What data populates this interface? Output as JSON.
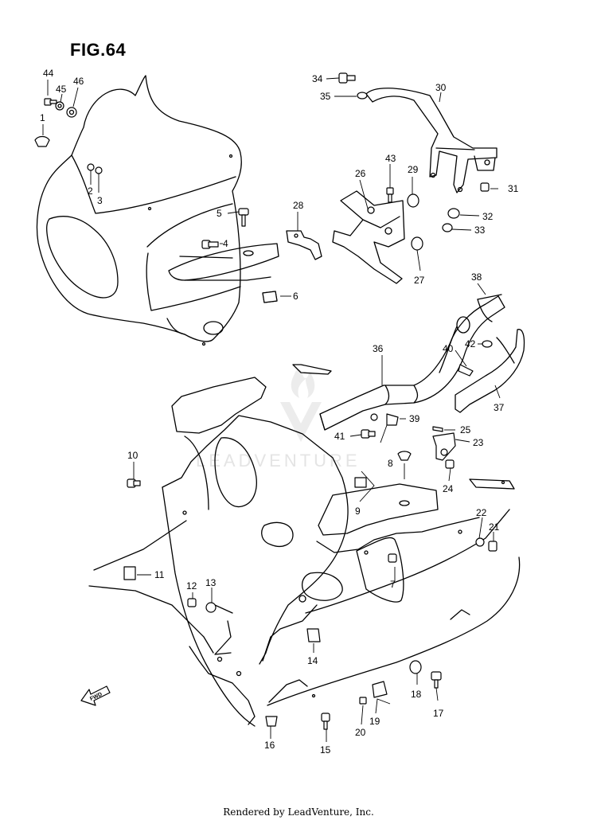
{
  "title": "FIG.64",
  "footer": "Rendered by LeadVenture, Inc.",
  "watermark": "LEADVENTURE",
  "fwd_label": "FWD",
  "callouts": [
    "1",
    "2",
    "3",
    "4",
    "5",
    "6",
    "7",
    "8",
    "9",
    "10",
    "11",
    "12",
    "13",
    "14",
    "15",
    "16",
    "17",
    "18",
    "19",
    "20",
    "21",
    "22",
    "23",
    "24",
    "25",
    "26",
    "27",
    "28",
    "29",
    "30",
    "31",
    "32",
    "33",
    "34",
    "35",
    "36",
    "37",
    "38",
    "39",
    "40",
    "41",
    "42",
    "43",
    "44",
    "45",
    "46"
  ]
}
